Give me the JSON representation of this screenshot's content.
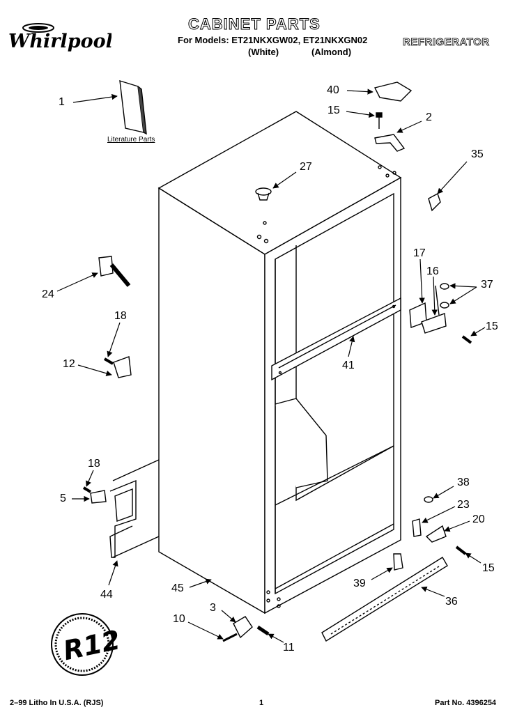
{
  "header": {
    "brand": "Whirlpool",
    "title": "CABINET PARTS",
    "models_line": "For Models: ET21NKXGW02, ET21NKXGN02",
    "variant_white": "(White)",
    "variant_almond": "(Almond)",
    "product": "REFRIGERATOR"
  },
  "literature_label": "Literature Parts",
  "callouts": {
    "c1": "1",
    "c2": "2",
    "c3": "3",
    "c5": "5",
    "c10": "10",
    "c11": "11",
    "c12": "12",
    "c15a": "15",
    "c15b": "15",
    "c15c": "15",
    "c16": "16",
    "c17": "17",
    "c18a": "18",
    "c18b": "18",
    "c20": "20",
    "c23": "23",
    "c24": "24",
    "c27": "27",
    "c35": "35",
    "c36": "36",
    "c37": "37",
    "c38": "38",
    "c39": "39",
    "c40": "40",
    "c41": "41",
    "c44": "44",
    "c45": "45"
  },
  "badge": "R12",
  "footer": {
    "litho": "2–99 Litho In U.S.A. (RJS)",
    "page": "1",
    "part_no": "Part No. 4396254"
  }
}
